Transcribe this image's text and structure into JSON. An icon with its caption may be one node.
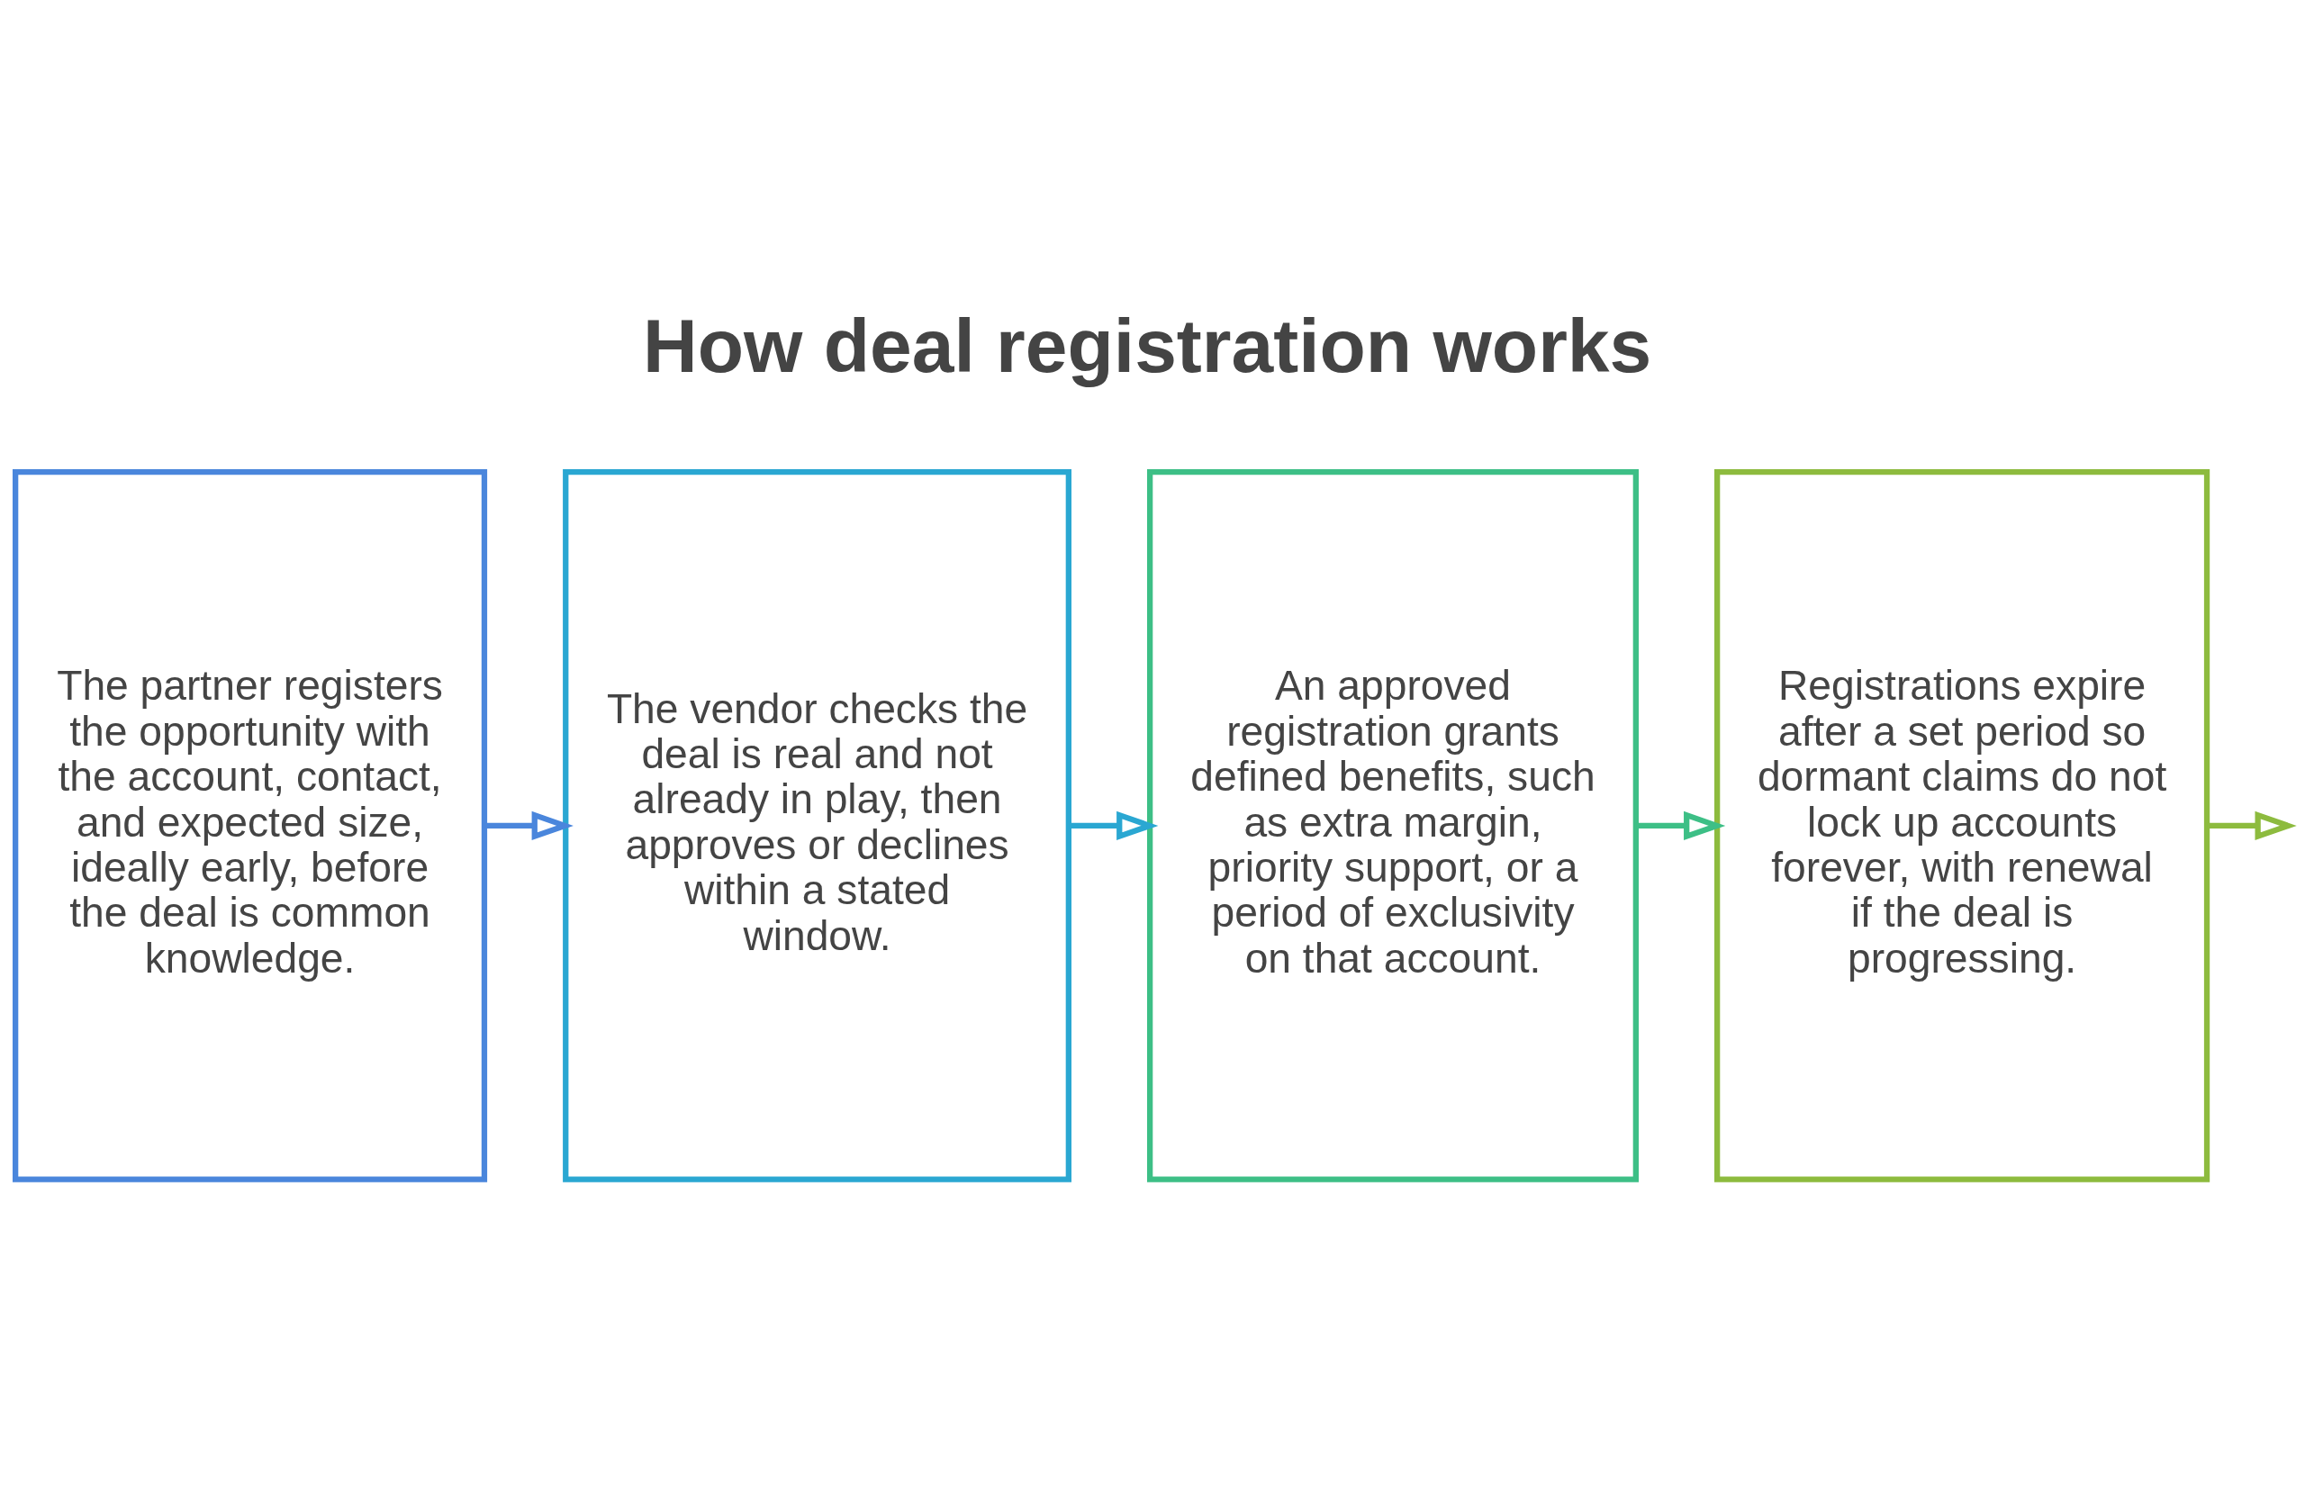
{
  "diagram": {
    "title": "How deal registration works",
    "nodes": [
      {
        "text": [
          "The partner registers the opportunity with the account, contact, and expected size, ideally early, before the deal is common knowledge."
        ]
      },
      {
        "text": [
          "The vendor checks the deal is real and not already in play, then approves or declines within a stated window."
        ]
      },
      {
        "text": [
          "An approved registration grants defined benefits, such as extra margin, priority support, or a period of exclusivity on that account."
        ]
      },
      {
        "text": [
          "Registrations expire after a set period so dormant claims do not lock up accounts forever, with renewal if the deal is progressing."
        ]
      }
    ],
    "edges": [
      {
        "from": 0,
        "to": 1,
        "arrow": "to",
        "color": "#4a86dc"
      },
      {
        "from": 1,
        "to": 2,
        "arrow": "to",
        "color": "#2aa7d2"
      },
      {
        "from": 2,
        "to": 3,
        "arrow": "to",
        "color": "#3dbf86"
      },
      {
        "from": 3,
        "to": null,
        "arrow": "to",
        "color": "#8dbb3e"
      }
    ]
  }
}
